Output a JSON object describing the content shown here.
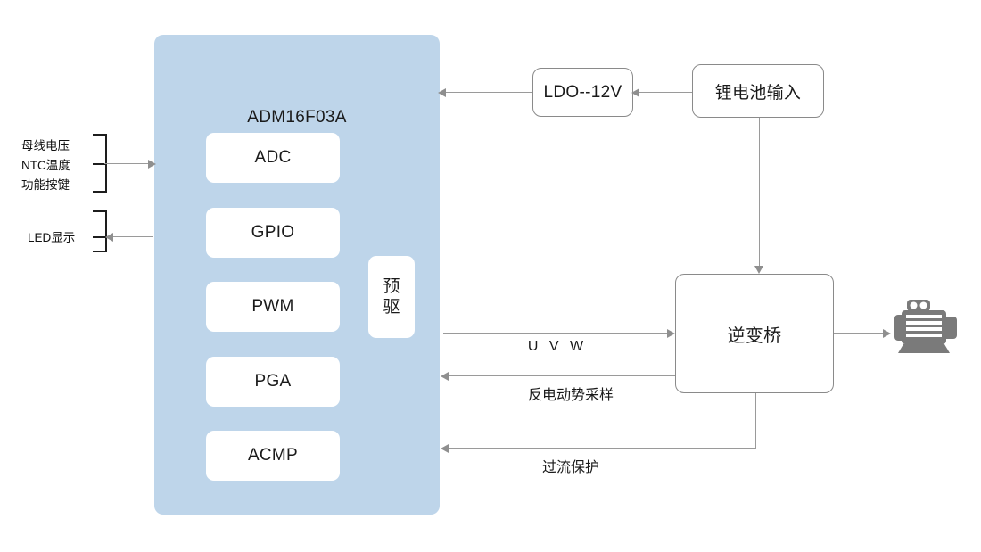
{
  "diagram": {
    "title": "ADM16F03A motor control block diagram",
    "colors": {
      "chip_fill": "#bed5ea",
      "block_fill": "#ffffff",
      "line": "#9a9a9a",
      "bracket": "#1d1d1d",
      "motor": "#7a7a7a"
    }
  },
  "chip": {
    "title": "ADM16F03A",
    "blocks": [
      {
        "label": "ADC"
      },
      {
        "label": "GPIO"
      },
      {
        "label": "PWM"
      },
      {
        "label": "PGA"
      },
      {
        "label": "ACMP"
      }
    ],
    "pre_driver": {
      "line1": "预",
      "line2": "驱"
    }
  },
  "external": {
    "ldo": "LDO--12V",
    "battery": "锂电池输入",
    "bridge": "逆变桥",
    "motor_icon": "motor-icon"
  },
  "io_left": {
    "inputs": {
      "line1": "母线电压",
      "line2": "NTC温度",
      "line3": "功能按键"
    },
    "output": "LED显示"
  },
  "edges": {
    "uvw": "U V W",
    "bemf": "反电动势采样",
    "ocp": "过流保护"
  }
}
